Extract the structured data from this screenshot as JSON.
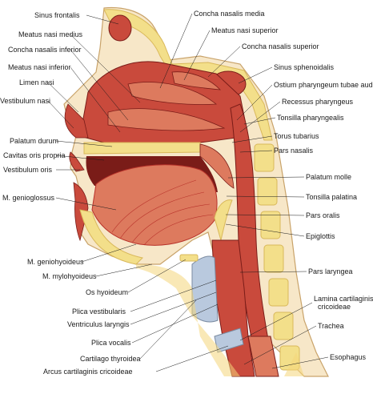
{
  "labels": {
    "sinus_frontalis": "Sinus frontalis",
    "concha_nasalis_media": "Concha nasalis media",
    "meatus_nasi_medius": "Meatus nasi medius",
    "meatus_nasi_superior": "Meatus nasi superior",
    "concha_nasalis_inferior": "Concha nasalis inferior",
    "concha_nasalis_superior": "Concha nasalis superior",
    "meatus_nasi_inferior": "Meatus nasi inferior",
    "sinus_sphenoidalis": "Sinus sphenoidalis",
    "limen_nasi": "Limen nasi",
    "ostium_pharyngeum": "Ostium pharyngeum tubae auditivae",
    "vestibulum_nasi": "Vestibulum nasi",
    "recessus_pharyngeus": "Recessus pharyngeus",
    "tonsilla_pharyngealis": "Tonsilla pharyngealis",
    "torus_tubarius": "Torus tubarius",
    "palatum_durum": "Palatum durum",
    "pars_nasalis": "Pars nasalis",
    "cavitas_oris_propria": "Cavitas oris propria",
    "vestibulum_oris": "Vestibulum oris",
    "palatum_molle": "Palatum molle",
    "m_genioglossus": "M. genioglossus",
    "tonsilla_palatina": "Tonsilla palatina",
    "pars_oralis": "Pars oralis",
    "epiglottis": "Epiglottis",
    "m_geniohyoideus": "M. geniohyoideus",
    "m_mylohyoideus": "M. mylohyoideus",
    "pars_laryngea": "Pars laryngea",
    "os_hyoideum": "Os hyoideum",
    "lamina_cartilaginis_1": "Lamina cartilaginis",
    "lamina_cartilaginis_2": "cricoideae",
    "plica_vestibularis": "Plica vestibularis",
    "ventriculus_laryngis": "Ventriculus laryngis",
    "trachea": "Trachea",
    "plica_vocalis": "Plica vocalis",
    "cartilago_thyroidea": "Cartilago thyroidea",
    "esophagus": "Esophagus",
    "arcus_cartilaginis": "Arcus cartilaginis cricoideae"
  },
  "colors": {
    "bone": "#f3df8a",
    "bone_dark": "#d9b85a",
    "mucosa": "#c94a3c",
    "muscle": "#b8322a",
    "muscle_light": "#dd7a5e",
    "cavity": "#7a1c18",
    "skin": "#f7e7c8",
    "cartilage": "#b9c9de",
    "fat": "#f4d57a",
    "line": "#1a1a1a"
  }
}
